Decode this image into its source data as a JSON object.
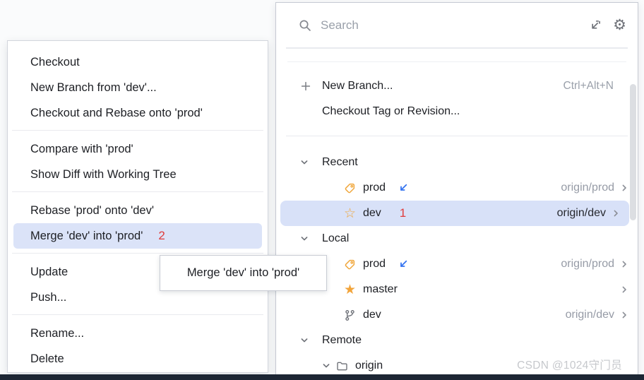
{
  "colors": {
    "selection_highlight": "#d8e1f8",
    "menu_highlight": "#dbe3f8",
    "annotation_red": "#e03c3c",
    "icon_yellow": "#f0a63a",
    "icon_blue": "#3574f0",
    "muted_text": "#969ba6",
    "bottom_bar": "#1d2634"
  },
  "icons": {
    "gear_glyph": "⚙",
    "star_outline_glyph": "☆",
    "star_filled_glyph": "★"
  },
  "branches_popup": {
    "search": {
      "placeholder": "Search",
      "value": ""
    },
    "actions": [
      {
        "label": "New Branch...",
        "shortcut": "Ctrl+Alt+N"
      },
      {
        "label": "Checkout Tag or Revision...",
        "shortcut": ""
      }
    ],
    "sections": [
      {
        "title": "Recent",
        "rows": [
          {
            "name": "prod",
            "icon": "tag-icon",
            "incoming": true,
            "badge": "",
            "tracking": "origin/prod"
          },
          {
            "name": "dev",
            "icon": "star-outline-icon",
            "incoming": false,
            "badge": "1",
            "tracking": "origin/dev",
            "selected": true
          }
        ]
      },
      {
        "title": "Local",
        "rows": [
          {
            "name": "prod",
            "icon": "tag-icon",
            "incoming": true,
            "badge": "",
            "tracking": "origin/prod"
          },
          {
            "name": "master",
            "icon": "star-filled-icon",
            "incoming": false,
            "badge": "",
            "tracking": ""
          },
          {
            "name": "dev",
            "icon": "git-branch-icon",
            "incoming": false,
            "badge": "",
            "tracking": "origin/dev"
          }
        ]
      },
      {
        "title": "Remote",
        "rows": [
          {
            "name": "origin",
            "icon": "folder-icon"
          }
        ]
      }
    ]
  },
  "context_menu": {
    "groups": [
      {
        "items": [
          {
            "label": "Checkout"
          },
          {
            "label": "New Branch from 'dev'..."
          },
          {
            "label": "Checkout and Rebase onto 'prod'"
          }
        ]
      },
      {
        "items": [
          {
            "label": "Compare with 'prod'"
          },
          {
            "label": "Show Diff with Working Tree"
          }
        ]
      },
      {
        "items": [
          {
            "label": "Rebase 'prod' onto 'dev'"
          },
          {
            "label": "Merge 'dev' into 'prod'",
            "selected": true,
            "badge": "2"
          }
        ]
      },
      {
        "items": [
          {
            "label": "Update"
          },
          {
            "label": "Push..."
          }
        ]
      },
      {
        "items": [
          {
            "label": "Rename..."
          },
          {
            "label": "Delete"
          }
        ]
      }
    ]
  },
  "tooltip": {
    "text": "Merge 'dev' into 'prod'"
  },
  "watermark": "CSDN @1024守门员"
}
